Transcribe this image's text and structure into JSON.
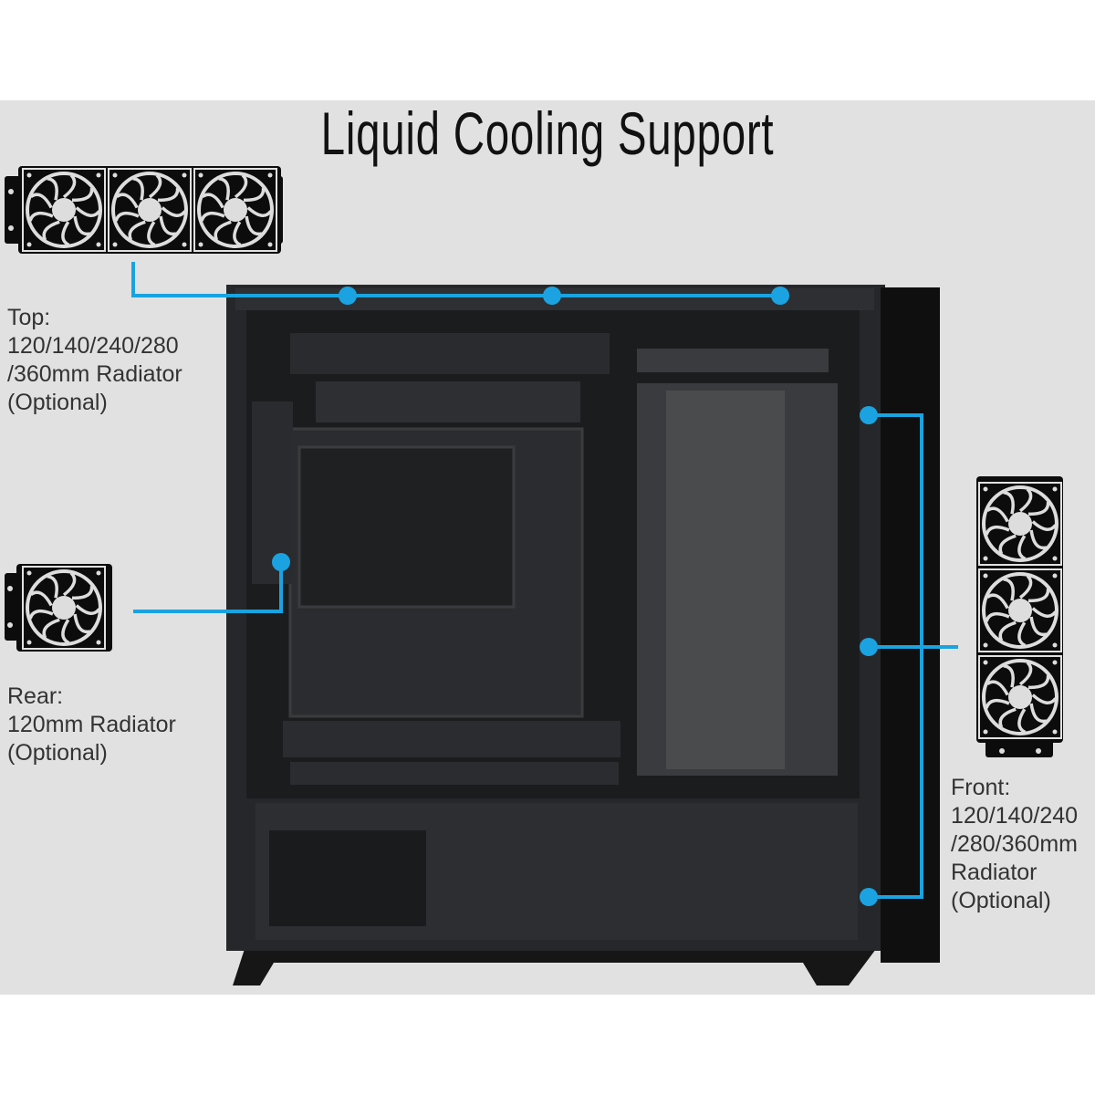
{
  "title": "Liquid Cooling Support",
  "colors": {
    "accent": "#1aa3e0",
    "background": "#e1e1e1",
    "case": "#1c1c1e"
  },
  "labels": {
    "top": [
      "Top:",
      "120/140/240/280",
      "/360mm Radiator",
      "(Optional)"
    ],
    "rear": [
      "Rear:",
      "120mm Radiator",
      "(Optional)"
    ],
    "front": [
      "Front:",
      "120/140/240",
      "/280/360mm",
      "Radiator",
      "(Optional)"
    ]
  },
  "icons": {
    "radiator": "fan-radiator-icon"
  }
}
